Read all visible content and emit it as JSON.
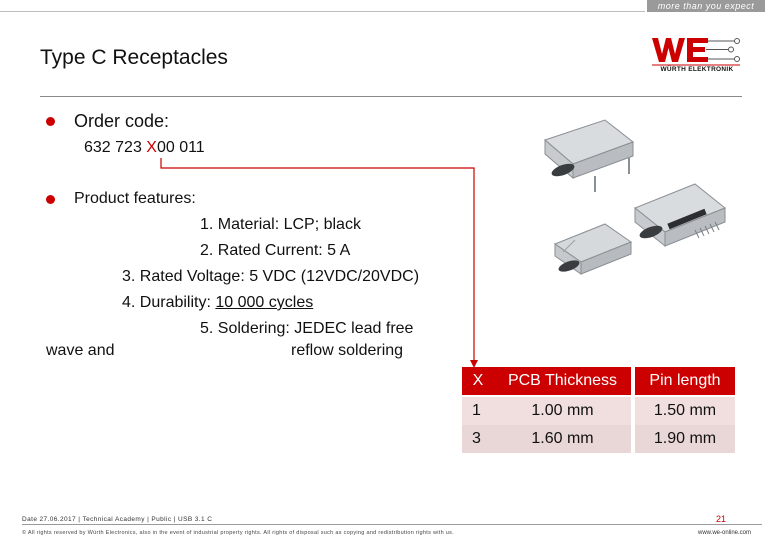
{
  "header": {
    "tagline": "more than you expect",
    "title": "Type C Receptacles",
    "logo_sub": "WÜRTH ELEKTRONIK"
  },
  "order": {
    "label": "Order code:",
    "code_prefix": "632 723 ",
    "code_var": "X",
    "code_suffix": "00 011"
  },
  "features": {
    "label": "Product features:",
    "items": [
      "1. Material: LCP; black",
      "2. Rated Current:  5 A",
      "3. Rated Voltage: 5 VDC (12VDC/20VDC)",
      "4. Durability: ",
      "5. Soldering: JEDEC lead free"
    ],
    "durability_value": "10 000 cycles",
    "wave": "wave and",
    "reflow": "reflow soldering"
  },
  "table": {
    "headers": [
      "X",
      "PCB Thickness",
      "Pin length"
    ],
    "rows": [
      [
        "1",
        "1.00 mm",
        "1.50 mm"
      ],
      [
        "3",
        "1.60 mm",
        "1.90 mm"
      ]
    ]
  },
  "footer": {
    "line1": "Date 27.06.2017  |  Technical Academy  |  Public  |  USB 3.1 C",
    "line2": "© All rights reserved by Würth Electronics, also in the event of industrial property rights. All rights of disposal such as copying and redistribution rights with us.",
    "page": "21",
    "url": "www.we-online.com"
  },
  "colors": {
    "accent": "#cc0000",
    "table_row": "#f1dede"
  }
}
